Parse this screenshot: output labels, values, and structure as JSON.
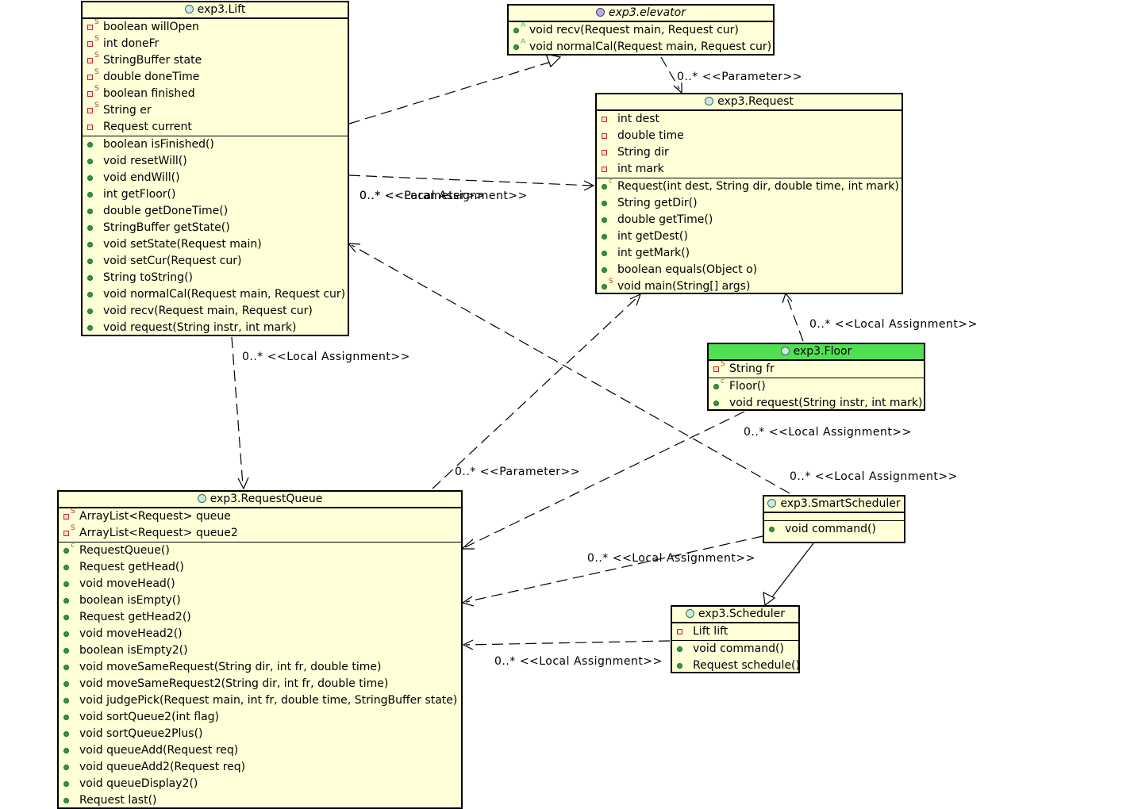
{
  "classes": {
    "lift": {
      "title": "exp3.Lift",
      "fields": [
        "boolean willOpen",
        "int doneFr",
        "StringBuffer state",
        "double doneTime",
        "boolean finished",
        "String er",
        "Request current"
      ],
      "methods": [
        "boolean isFinished()",
        "void resetWill()",
        "void endWill()",
        "int getFloor()",
        "double getDoneTime()",
        "StringBuffer getState()",
        "void setState(Request main)",
        "void setCur(Request cur)",
        "String toString()",
        "void normalCal(Request main, Request cur)",
        "void recv(Request main, Request cur)",
        "void request(String instr, int mark)"
      ]
    },
    "elevator": {
      "title": "exp3.elevator",
      "methods": [
        "void recv(Request main, Request cur)",
        "void normalCal(Request main, Request cur)"
      ]
    },
    "request": {
      "title": "exp3.Request",
      "fields": [
        "int dest",
        "double time",
        "String dir",
        "int mark"
      ],
      "methods": [
        "Request(int dest, String dir, double time, int mark)",
        "String getDir()",
        "double getTime()",
        "int getDest()",
        "int getMark()",
        "boolean equals(Object o)",
        "void main(String[] args)"
      ]
    },
    "floor": {
      "title": "exp3.Floor",
      "fields": [
        "String fr"
      ],
      "methods": [
        "Floor()",
        "void request(String instr, int mark)"
      ]
    },
    "requestqueue": {
      "title": "exp3.RequestQueue",
      "fields": [
        "ArrayList<Request> queue",
        "ArrayList<Request> queue2"
      ],
      "methods": [
        "RequestQueue()",
        "Request getHead()",
        "void moveHead()",
        "boolean isEmpty()",
        "Request getHead2()",
        "void moveHead2()",
        "boolean isEmpty2()",
        "void moveSameRequest(String dir, int fr, double time)",
        "void moveSameRequest2(String dir, int fr, double time)",
        "void judgePick(Request main, int fr, double time, StringBuffer state)",
        "void sortQueue2(int flag)",
        "void sortQueue2Plus()",
        "void queueAdd(Request req)",
        "void queueAdd2(Request req)",
        "void queueDisplay2()",
        "Request last()"
      ]
    },
    "smartscheduler": {
      "title": "exp3.SmartScheduler",
      "methods": [
        "void command()"
      ]
    },
    "scheduler": {
      "title": "exp3.Scheduler",
      "fields": [
        "Lift lift"
      ],
      "methods": [
        "void command()",
        "Request schedule()"
      ]
    }
  },
  "edge_labels": {
    "elevator_request": "0..* <<Parameter>>",
    "lift_request_param": "0..* <<Parameter>>",
    "lift_request_local": "0..* <<Local Assignment>>",
    "floor_request": "0..* <<Local Assignment>>",
    "lift_queue": "0..* <<Local Assignment>>",
    "queue_request": "0..* <<Parameter>>",
    "floor_queue": "0..* <<Local Assignment>>",
    "smart_lift": "0..* <<Local Assignment>>",
    "smart_queue": "0..* <<Local Assignment>>",
    "scheduler_queue": "0..* <<Local Assignment>>"
  }
}
